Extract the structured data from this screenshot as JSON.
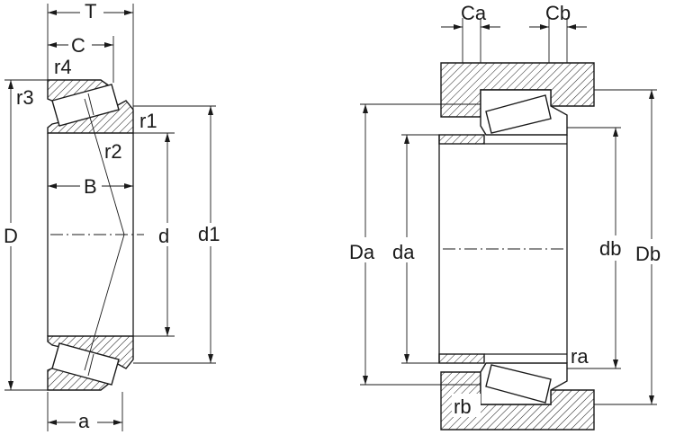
{
  "left_labels": {
    "T": "T",
    "C": "C",
    "r4": "r4",
    "r3": "r3",
    "r1": "r1",
    "r2": "r2",
    "B": "B",
    "D": "D",
    "d": "d",
    "d1": "d1",
    "a": "a"
  },
  "right_labels": {
    "Ca": "Ca",
    "Cb": "Cb",
    "Da": "Da",
    "da": "da",
    "db": "db",
    "Db": "Db",
    "ra": "ra",
    "rb": "rb"
  }
}
